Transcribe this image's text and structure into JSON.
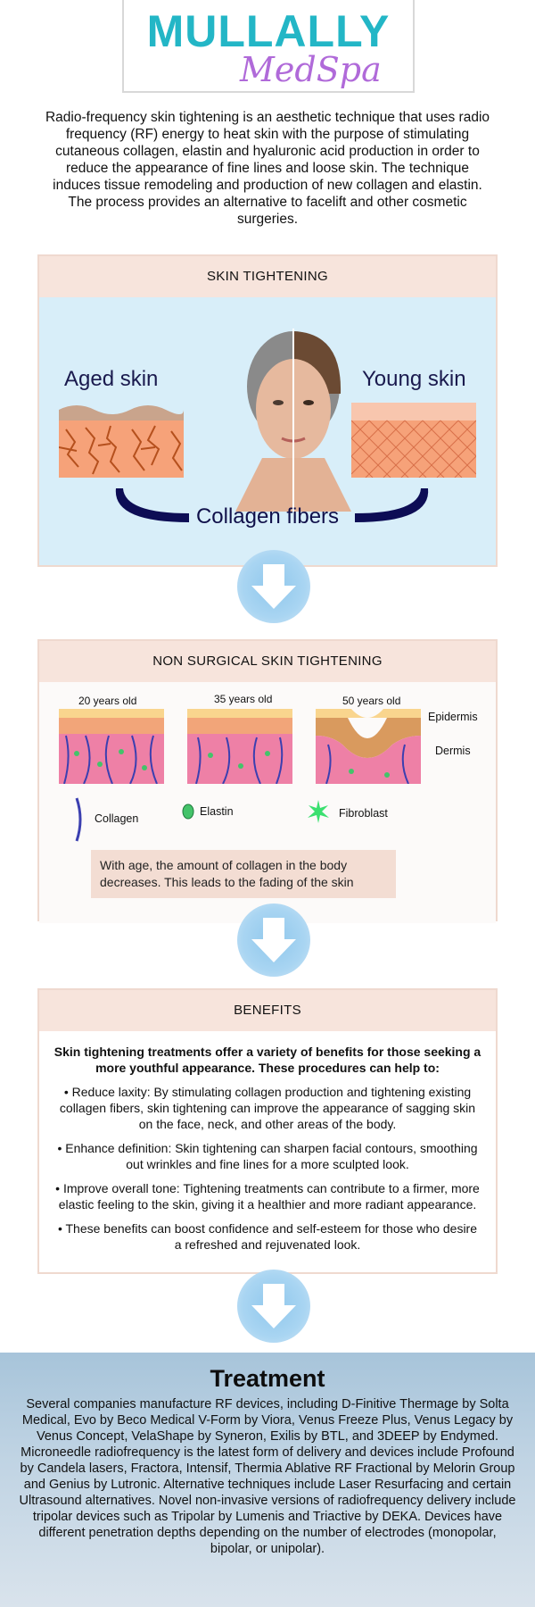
{
  "brand": {
    "name": "MULLALLY",
    "sub": "MedSpa",
    "primary_color": "#23b6c6",
    "secondary_color": "#b06ad9"
  },
  "intro": "Radio-frequency skin tightening is an aesthetic technique that uses radio frequency (RF) energy to heat skin with the purpose of stimulating cutaneous collagen, elastin and hyaluronic acid production in order to reduce the appearance of fine lines and loose skin. The technique induces tissue remodeling and production of new collagen and elastin. The process provides an alternative to facelift and other cosmetic surgeries.",
  "skin_tightening": {
    "title": "SKIN TIGHTENING",
    "aged_label": "Aged skin",
    "young_label": "Young skin",
    "collagen_label": "Collagen fibers"
  },
  "non_surgical": {
    "title": "NON SURGICAL SKIN TIGHTENING",
    "ages": [
      "20 years old",
      "35 years old",
      "50 years old"
    ],
    "layers": [
      "Epidermis",
      "Dermis"
    ],
    "legend": [
      "Collagen",
      "Elastin",
      "Fibroblast"
    ],
    "note": "With age, the amount of collagen in the body decreases. This leads to the fading of the skin"
  },
  "benefits": {
    "title": "BENEFITS",
    "intro": "Skin tightening treatments offer a variety of benefits for those seeking a more youthful appearance. These procedures can help to:",
    "items": [
      "• Reduce laxity: By stimulating collagen production and tightening existing collagen fibers, skin tightening can improve the appearance of sagging skin on the face, neck, and other areas of the body.",
      "• Enhance definition: Skin tightening can sharpen facial contours, smoothing out wrinkles and fine lines for a more sculpted look.",
      "• Improve overall tone: Tightening treatments can contribute to a firmer, more elastic feeling to the skin, giving it a healthier and more radiant appearance.",
      "• These benefits can boost confidence and self-esteem for those who desire a refreshed and rejuvenated look."
    ]
  },
  "treatment": {
    "title": "Treatment",
    "text": "Several companies manufacture RF devices, including D-Finitive Thermage by Solta Medical, Evo by Beco Medical V-Form by Viora, Venus Freeze Plus, Venus Legacy by Venus Concept, VelaShape by Syneron, Exilis by BTL, and 3DEEP by Endymed. Microneedle radiofrequency is the latest form of delivery and devices include Profound by Candela lasers, Fractora, Intensif, Thermia Ablative RF Fractional by Melorin Group and Genius by Lutronic. Alternative techniques include Laser Resurfacing and certain Ultrasound alternatives. Novel non-invasive versions of radiofrequency delivery include tripolar devices such as Tripolar by Lumenis and Triactive by DEKA. Devices have different penetration depths depending on the number of electrodes (monopolar, bipolar, or unipolar)."
  }
}
